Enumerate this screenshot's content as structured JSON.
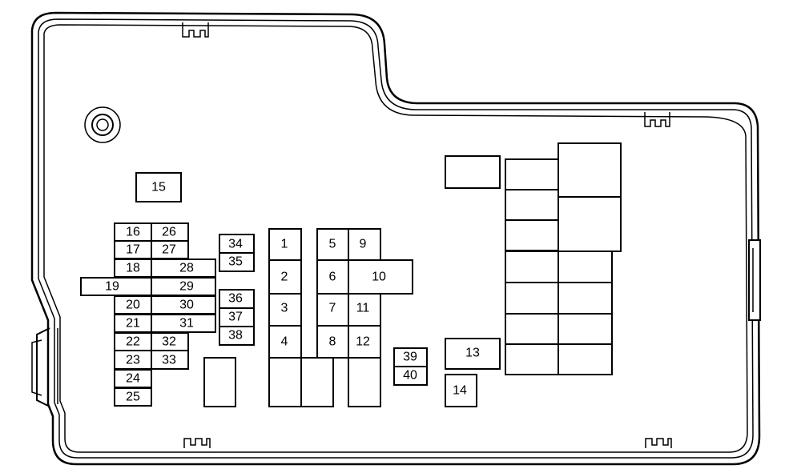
{
  "fuses": [
    {
      "id": "fuse-1",
      "label": "1"
    },
    {
      "id": "fuse-2",
      "label": "2"
    },
    {
      "id": "fuse-3",
      "label": "3"
    },
    {
      "id": "fuse-4",
      "label": "4"
    },
    {
      "id": "fuse-5",
      "label": "5"
    },
    {
      "id": "fuse-6",
      "label": "6"
    },
    {
      "id": "fuse-7",
      "label": "7"
    },
    {
      "id": "fuse-8",
      "label": "8"
    },
    {
      "id": "fuse-9",
      "label": "9"
    },
    {
      "id": "fuse-10",
      "label": "10"
    },
    {
      "id": "fuse-11",
      "label": "11"
    },
    {
      "id": "fuse-12",
      "label": "12"
    },
    {
      "id": "fuse-13",
      "label": "13"
    },
    {
      "id": "fuse-14",
      "label": "14"
    },
    {
      "id": "fuse-15",
      "label": "15"
    },
    {
      "id": "fuse-16",
      "label": "16"
    },
    {
      "id": "fuse-17",
      "label": "17"
    },
    {
      "id": "fuse-18",
      "label": "18"
    },
    {
      "id": "fuse-19",
      "label": "19"
    },
    {
      "id": "fuse-20",
      "label": "20"
    },
    {
      "id": "fuse-21",
      "label": "21"
    },
    {
      "id": "fuse-22",
      "label": "22"
    },
    {
      "id": "fuse-23",
      "label": "23"
    },
    {
      "id": "fuse-24",
      "label": "24"
    },
    {
      "id": "fuse-25",
      "label": "25"
    },
    {
      "id": "fuse-26",
      "label": "26"
    },
    {
      "id": "fuse-27",
      "label": "27"
    },
    {
      "id": "fuse-28",
      "label": "28"
    },
    {
      "id": "fuse-29",
      "label": "29"
    },
    {
      "id": "fuse-30",
      "label": "30"
    },
    {
      "id": "fuse-31",
      "label": "31"
    },
    {
      "id": "fuse-32",
      "label": "32"
    },
    {
      "id": "fuse-33",
      "label": "33"
    },
    {
      "id": "fuse-34",
      "label": "34"
    },
    {
      "id": "fuse-35",
      "label": "35"
    },
    {
      "id": "fuse-36",
      "label": "36"
    },
    {
      "id": "fuse-37",
      "label": "37"
    },
    {
      "id": "fuse-38",
      "label": "38"
    },
    {
      "id": "fuse-39",
      "label": "39"
    },
    {
      "id": "fuse-40",
      "label": "40"
    }
  ]
}
